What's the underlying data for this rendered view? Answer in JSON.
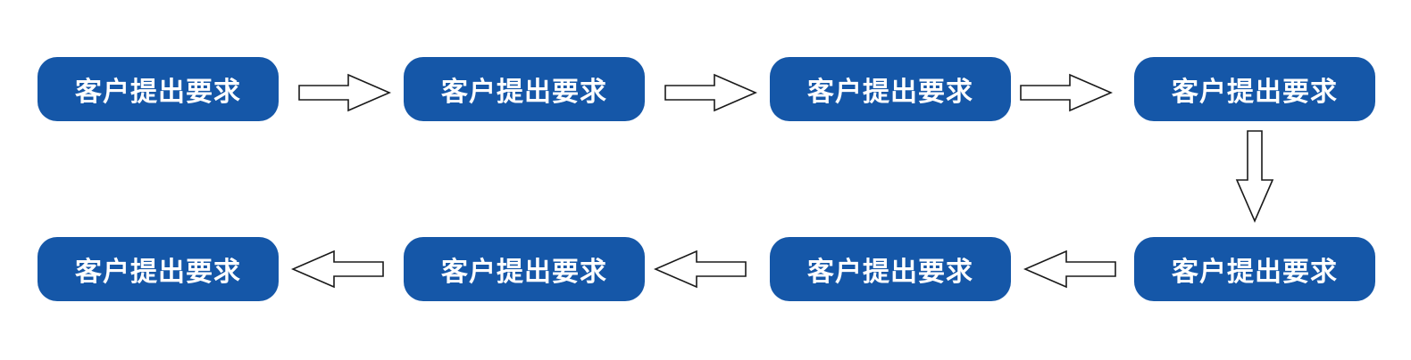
{
  "flow": {
    "box_color": "#1557a8",
    "text_color": "#ffffff",
    "arrow_fill": "#ffffff",
    "arrow_stroke": "#1a1a1a",
    "steps": [
      {
        "label": "客户提出要求"
      },
      {
        "label": "客户提出要求"
      },
      {
        "label": "客户提出要求"
      },
      {
        "label": "客户提出要求"
      },
      {
        "label": "客户提出要求"
      },
      {
        "label": "客户提出要求"
      },
      {
        "label": "客户提出要求"
      },
      {
        "label": "客户提出要求"
      }
    ],
    "connectors": [
      {
        "from": 1,
        "to": 2,
        "direction": "right"
      },
      {
        "from": 2,
        "to": 3,
        "direction": "right"
      },
      {
        "from": 3,
        "to": 4,
        "direction": "right"
      },
      {
        "from": 4,
        "to": 5,
        "direction": "down"
      },
      {
        "from": 5,
        "to": 6,
        "direction": "left"
      },
      {
        "from": 6,
        "to": 7,
        "direction": "left"
      },
      {
        "from": 7,
        "to": 8,
        "direction": "left"
      }
    ]
  }
}
